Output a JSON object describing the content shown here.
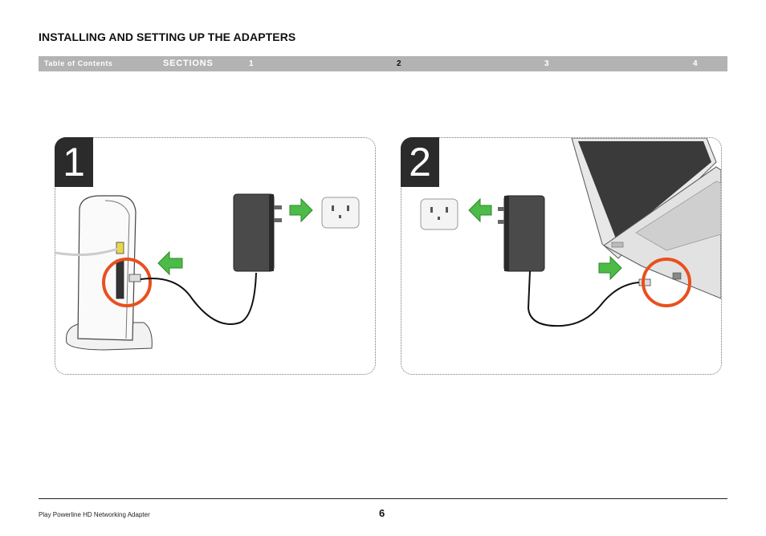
{
  "header": {
    "title": "INSTALLING AND SETTING UP THE ADAPTERS"
  },
  "nav": {
    "toc_label": "Table of Contents",
    "sections_label": "SECTIONS",
    "sections": [
      "1",
      "2",
      "3",
      "4"
    ],
    "active_section": "2"
  },
  "steps": [
    {
      "number": "1"
    },
    {
      "number": "2"
    }
  ],
  "colors": {
    "arrow": "#4cbb47",
    "highlight_circle": "#e8501e",
    "nav_bar": "#b3b3b3",
    "step_badge": "#2b2b2b"
  },
  "footer": {
    "product": "Play Powerline HD Networking Adapter",
    "page": "6"
  }
}
